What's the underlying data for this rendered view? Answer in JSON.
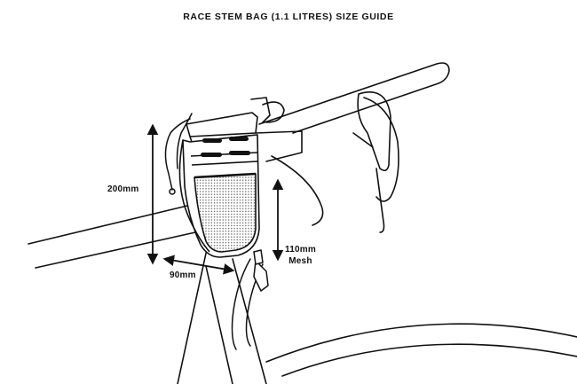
{
  "title": "RACE STEM BAG (1.1 LITRES) SIZE GUIDE",
  "dimensions": {
    "height": {
      "label": "200mm"
    },
    "width": {
      "label": "90mm"
    },
    "mesh": {
      "label_value": "110mm",
      "label_text": "Mesh"
    }
  },
  "colors": {
    "line": "#111111",
    "mesh_dots": "#6b6b6b",
    "background": "#ffffff"
  }
}
